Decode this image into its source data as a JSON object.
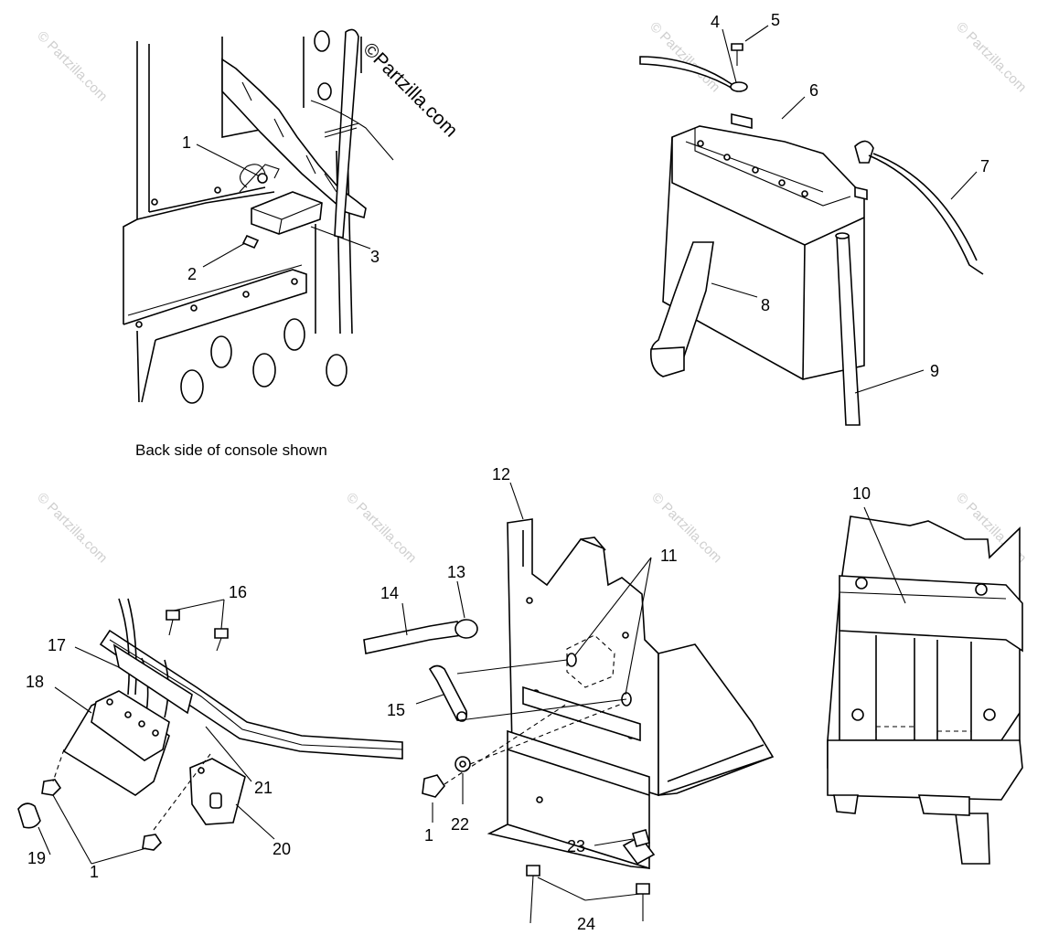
{
  "watermark": {
    "text": "© Partzilla.com"
  },
  "logo": {
    "text": "©Partzilla.com"
  },
  "caption": {
    "text": "Back side of console shown"
  },
  "callouts": {
    "c1a": "1",
    "c2": "2",
    "c3": "3",
    "c4": "4",
    "c5": "5",
    "c6": "6",
    "c7": "7",
    "c8": "8",
    "c9": "9",
    "c10": "10",
    "c16": "16",
    "c17": "17",
    "c18": "18",
    "c19": "19",
    "c1b": "1",
    "c20": "20",
    "c21": "21",
    "c12": "12",
    "c11": "11",
    "c13": "13",
    "c14": "14",
    "c15": "15",
    "c1c": "1",
    "c22": "22",
    "c23": "23",
    "c24": "24"
  }
}
